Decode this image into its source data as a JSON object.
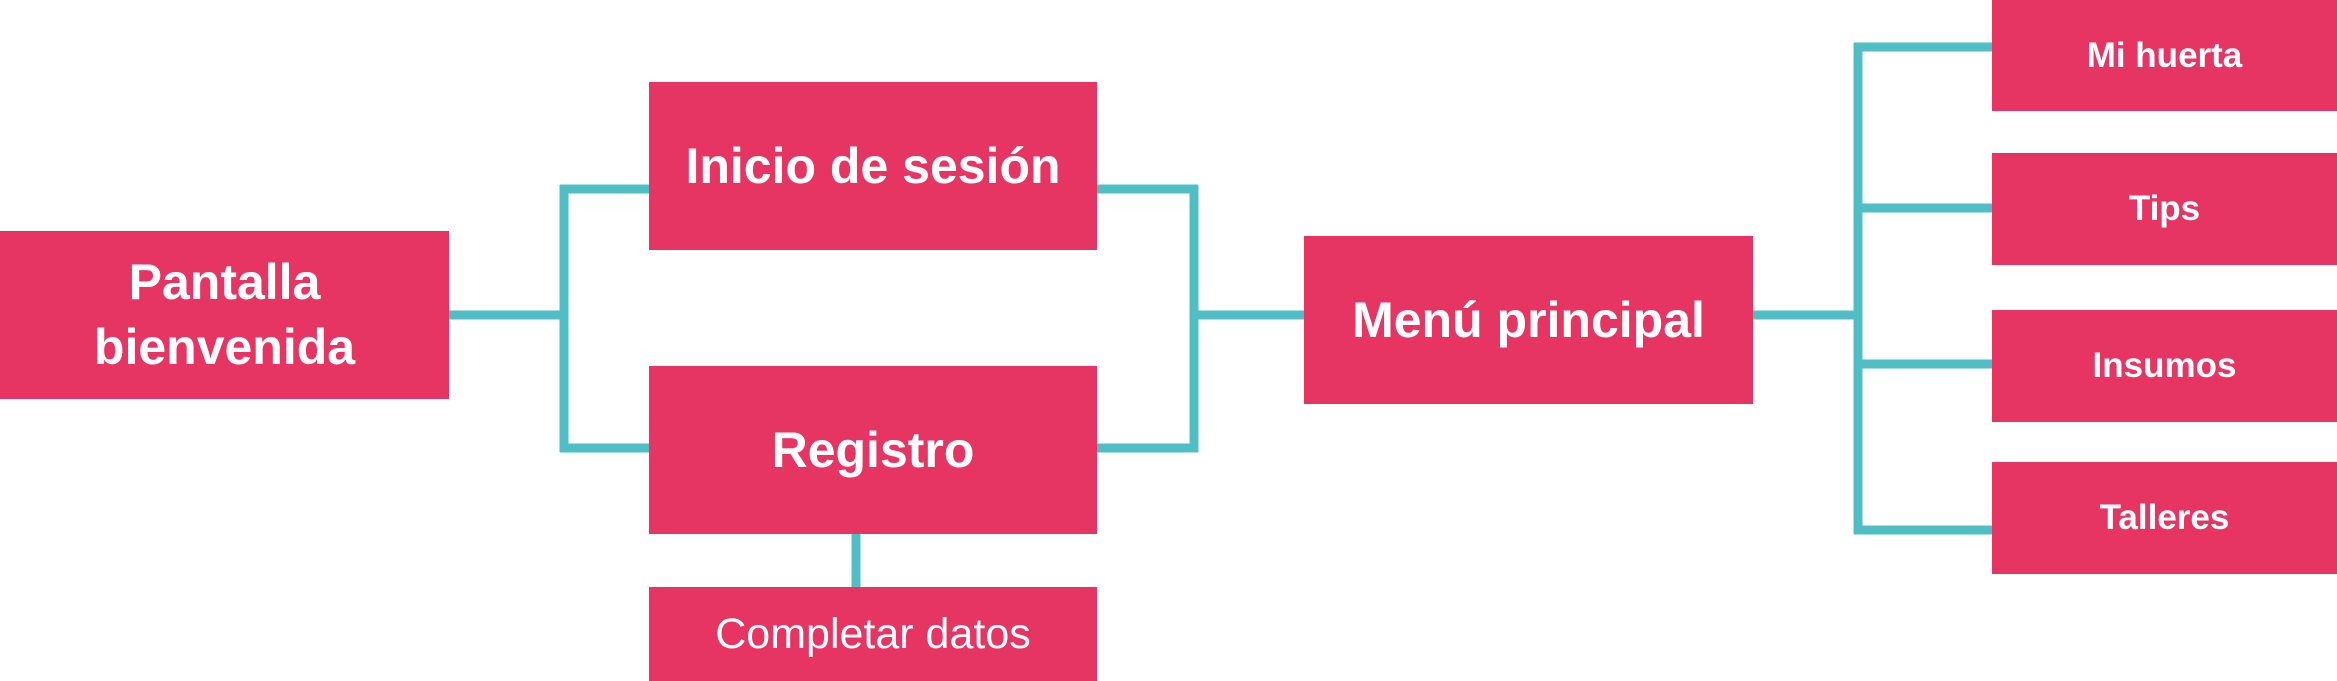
{
  "colors": {
    "node_fill": "#e63563",
    "node_text": "#ffffff",
    "connector": "#4fbec5"
  },
  "nodes": {
    "welcome": {
      "label": "Pantalla\nbienvenida"
    },
    "login": {
      "label": "Inicio de sesión"
    },
    "register": {
      "label": "Registro"
    },
    "complete_data": {
      "label": "Completar datos"
    },
    "main_menu": {
      "label": "Menú principal"
    },
    "my_garden": {
      "label": "Mi huerta"
    },
    "tips": {
      "label": "Tips"
    },
    "supplies": {
      "label": "Insumos"
    },
    "workshops": {
      "label": "Talleres"
    }
  }
}
